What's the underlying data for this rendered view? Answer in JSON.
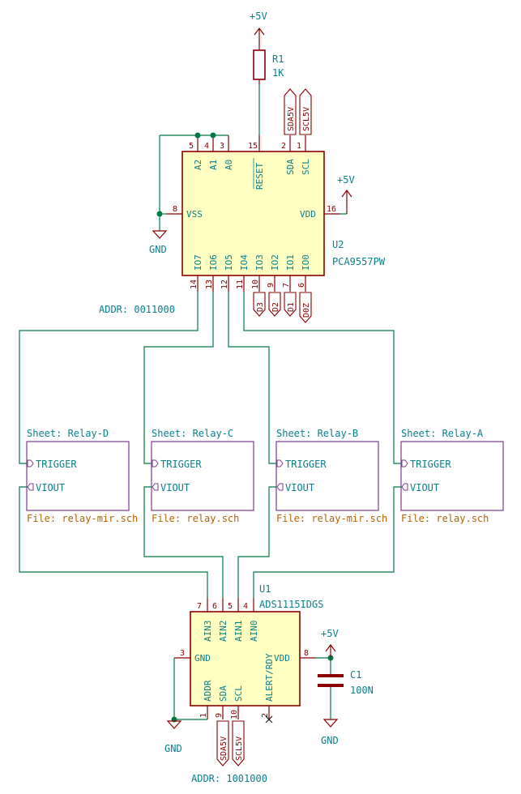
{
  "power": {
    "vcc_top": "+5V",
    "vcc_u2": "+5V",
    "vcc_u1": "+5V",
    "gnd_u2": "GND",
    "gnd_u1": "GND",
    "gnd_c1": "GND"
  },
  "r1": {
    "ref": "R1",
    "value": "1K"
  },
  "u2": {
    "ref": "U2",
    "value": "PCA9557PW",
    "addr": "ADDR: 0011000",
    "pins": {
      "a2": "A2",
      "a1": "A1",
      "a0": "A0",
      "reset": "RESET",
      "sda": "SDA",
      "scl": "SCL",
      "vss": "VSS",
      "vdd": "VDD",
      "io7": "IO7",
      "io6": "IO6",
      "io5": "IO5",
      "io4": "IO4",
      "io3": "IO3",
      "io2": "IO2",
      "io1": "IO1",
      "io0": "IO0"
    },
    "pin_numbers": {
      "a2": "5",
      "a1": "4",
      "a0": "3",
      "reset": "15",
      "sda": "2",
      "scl": "1",
      "vss": "8",
      "vdd": "16",
      "io7": "14",
      "io6": "13",
      "io5": "12",
      "io4": "11",
      "io3": "10",
      "io2": "9",
      "io1": "7",
      "io0": "6"
    },
    "labels": {
      "sda": "SDA5V",
      "scl": "SCL5V",
      "d3": "D3",
      "d2": "D2",
      "d1": "D1",
      "d0": "D0Z"
    }
  },
  "sheets": [
    {
      "name": "Sheet: Relay-D",
      "file": "File: relay-mir.sch",
      "trigger": "TRIGGER",
      "viout": "VIOUT"
    },
    {
      "name": "Sheet: Relay-C",
      "file": "File: relay.sch",
      "trigger": "TRIGGER",
      "viout": "VIOUT"
    },
    {
      "name": "Sheet: Relay-B",
      "file": "File: relay-mir.sch",
      "trigger": "TRIGGER",
      "viout": "VIOUT"
    },
    {
      "name": "Sheet: Relay-A",
      "file": "File: relay.sch",
      "trigger": "TRIGGER",
      "viout": "VIOUT"
    }
  ],
  "u1": {
    "ref": "U1",
    "value": "ADS1115IDGS",
    "addr": "ADDR: 1001000",
    "pins": {
      "ain3": "AIN3",
      "ain2": "AIN2",
      "ain1": "AIN1",
      "ain0": "AIN0",
      "gnd": "GND",
      "vdd": "VDD",
      "addr": "ADDR",
      "sda": "SDA",
      "scl": "SCL",
      "alert": "ALERT/RDY"
    },
    "pin_numbers": {
      "ain3": "7",
      "ain2": "6",
      "ain1": "5",
      "ain0": "4",
      "gnd": "3",
      "vdd": "8",
      "addr": "1",
      "sda": "9",
      "scl": "10",
      "alert": "2"
    },
    "labels": {
      "sda": "SDA5V",
      "scl": "SCL5V"
    }
  },
  "c1": {
    "ref": "C1",
    "value": "100N"
  }
}
